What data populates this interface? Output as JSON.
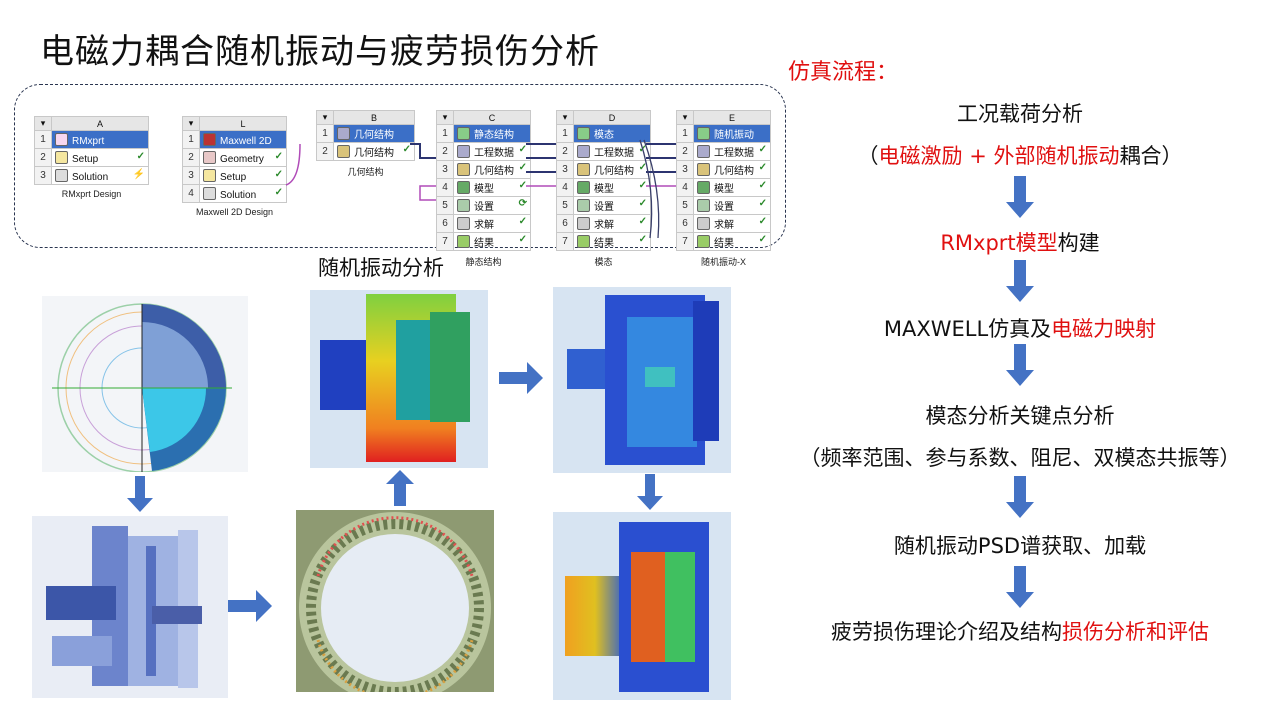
{
  "title": "电磁力耦合随机振动与疲劳损伤分析",
  "subtitle": "随机振动分析",
  "workbench": {
    "A": {
      "col": "A",
      "rows": [
        {
          "n": "1",
          "label": "RMxprt"
        },
        {
          "n": "2",
          "label": "Setup"
        },
        {
          "n": "3",
          "label": "Solution"
        }
      ],
      "caption": "RMxprt Design"
    },
    "L": {
      "col": "L",
      "rows": [
        {
          "n": "1",
          "label": "Maxwell 2D"
        },
        {
          "n": "2",
          "label": "Geometry"
        },
        {
          "n": "3",
          "label": "Setup"
        },
        {
          "n": "4",
          "label": "Solution"
        }
      ],
      "caption": "Maxwell 2D Design"
    },
    "B": {
      "col": "B",
      "rows": [
        {
          "n": "1",
          "label": "几何结构"
        },
        {
          "n": "2",
          "label": "几何结构"
        }
      ],
      "caption": "几何结构"
    },
    "C": {
      "col": "C",
      "rows": [
        {
          "n": "1",
          "label": "静态结构"
        },
        {
          "n": "2",
          "label": "工程数据"
        },
        {
          "n": "3",
          "label": "几何结构"
        },
        {
          "n": "4",
          "label": "模型"
        },
        {
          "n": "5",
          "label": "设置"
        },
        {
          "n": "6",
          "label": "求解"
        },
        {
          "n": "7",
          "label": "结果"
        }
      ],
      "caption": "静态结构"
    },
    "D": {
      "col": "D",
      "rows": [
        {
          "n": "1",
          "label": "模态"
        },
        {
          "n": "2",
          "label": "工程数据"
        },
        {
          "n": "3",
          "label": "几何结构"
        },
        {
          "n": "4",
          "label": "模型"
        },
        {
          "n": "5",
          "label": "设置"
        },
        {
          "n": "6",
          "label": "求解"
        },
        {
          "n": "7",
          "label": "结果"
        }
      ],
      "caption": "模态"
    },
    "E": {
      "col": "E",
      "rows": [
        {
          "n": "1",
          "label": "随机振动"
        },
        {
          "n": "2",
          "label": "工程数据"
        },
        {
          "n": "3",
          "label": "几何结构"
        },
        {
          "n": "4",
          "label": "模型"
        },
        {
          "n": "5",
          "label": "设置"
        },
        {
          "n": "6",
          "label": "求解"
        },
        {
          "n": "7",
          "label": "结果"
        }
      ],
      "caption": "随机振动-X"
    }
  },
  "flow": {
    "heading": "仿真流程：",
    "step1": "工况载荷分析",
    "step2_open": "（",
    "step2_red1": "电磁激励",
    "step2_plus": " + ",
    "step2_red2": "外部随机振动",
    "step2_end": "耦合）",
    "step3_red": "RMxprt模型",
    "step3_end": "构建",
    "step4_start": "MAXWELL仿真及",
    "step4_red": "电磁力映射",
    "step5": "模态分析关键点分析",
    "step6": "（频率范围、参与系数、阻尼、双模态共振等）",
    "step7": "随机振动PSD谱获取、加载",
    "step8_start": "疲劳损伤理论介绍及结构",
    "step8_red": "损伤分析和评估"
  },
  "colors": {
    "accent_red": "#e01010",
    "arrow_blue": "#4472c4"
  }
}
